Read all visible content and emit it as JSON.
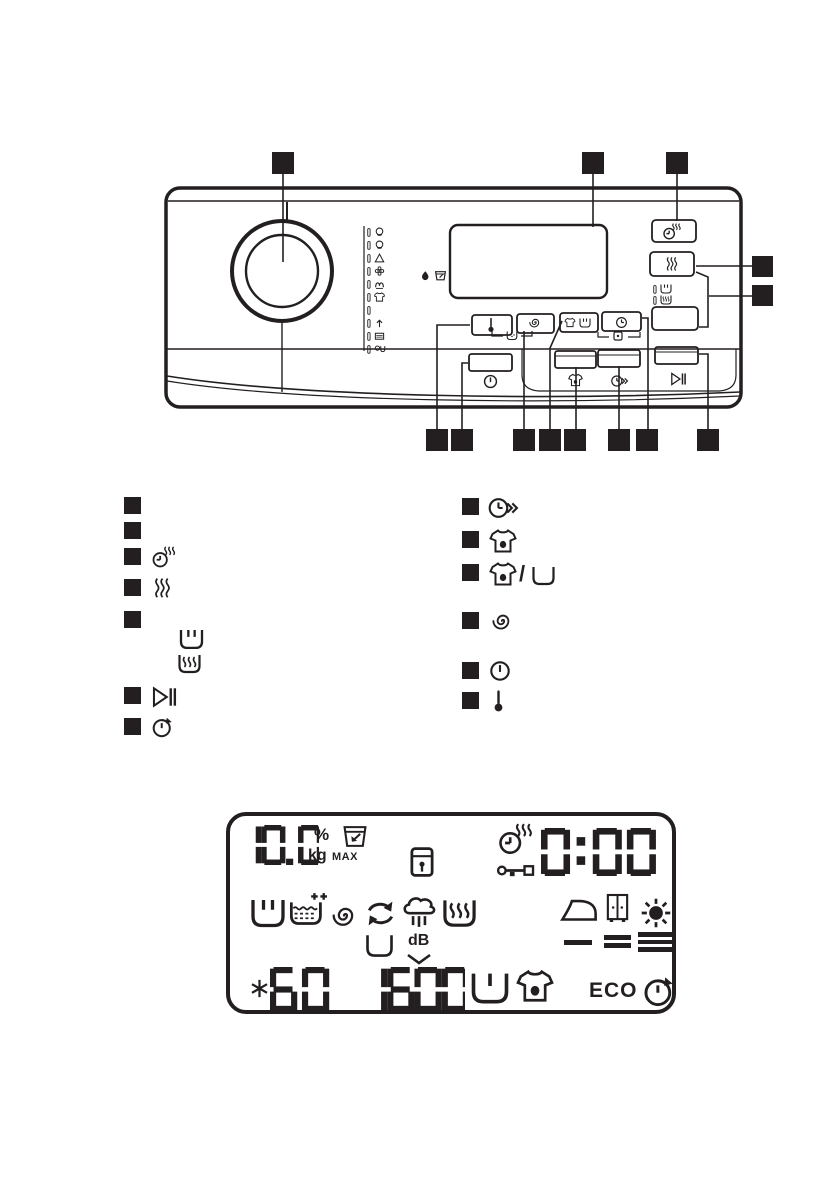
{
  "document": {
    "kind": "appliance user-manual page",
    "subject": "washing machine control panel description with callout markers and display detail"
  },
  "panel": {
    "callout_marker_style": "solid black square (no printed number visible)",
    "marker_color": "#231f20",
    "program_icons": [
      "cotton-icon",
      "cotton-eco-icon",
      "synthetics-triangle-icon",
      "delicates-flower-icon",
      "wool-icon",
      "shirt-icon",
      "blank",
      "outdoor-arrow-icon",
      "bedding-box-icon",
      "drain-spin-icon"
    ],
    "printed_icons": [
      "detergent-drop-icon",
      "basket-icon",
      "soak-tub-icon",
      "child-lock-icon"
    ],
    "buttons": [
      "temperature-button",
      "spin-button",
      "stain-prewash-button",
      "delay-start-button",
      "on-off-button",
      "shirt-refresh-button",
      "time-save-button",
      "start-pause-button",
      "steam-clock-button",
      "steam-button",
      "blank-button"
    ],
    "indicators": [
      "tub-rinse-icon",
      "tub-steam-icon"
    ]
  },
  "legend": {
    "separator": "/",
    "left": [
      {
        "icon": "none"
      },
      {
        "icon": "none"
      },
      {
        "icon": "clock-steam-icon"
      },
      {
        "icon": "steam-icon"
      },
      {
        "icon": "none",
        "sub_icons": [
          "tub-rinse-icon",
          "tub-steam-icon"
        ]
      },
      {
        "icon": "play-pause-icon"
      },
      {
        "icon": "delay-start-clock-icon"
      }
    ],
    "right": [
      {
        "icon": "clock-time-save-icon"
      },
      {
        "icon": "shirt-stain-icon"
      },
      {
        "icon": "shirt-stain-icon / tub-icon"
      },
      {
        "icon": "spin-spiral-icon"
      },
      {
        "icon": "power-on-off-icon"
      },
      {
        "icon": "thermometer-icon"
      }
    ]
  },
  "lcd": {
    "load_value": "10.0",
    "percent_label": "%",
    "kg_label": "kg",
    "max_label": "MAX",
    "time_value": "0:00",
    "temperature_value": "60",
    "spin_value": "1600",
    "db_label": "dB",
    "eco_label": "ECO",
    "icons": [
      "basket-max-icon",
      "child-lock-icon",
      "clock-steam-icon",
      "key-door-lock-icon",
      "tub-rinse-icon",
      "tub-extra-rinse-icon",
      "spin-spiral-icon",
      "refresh-arrows-icon",
      "steam-cloud-icon",
      "tub-steam-icon",
      "iron-dry-icon",
      "cupboard-dry-icon",
      "extra-dry-sun-icon",
      "empty-tub-icon",
      "chevron-down-icon",
      "snowflake-star-icon",
      "rinse-hold-tub-icon",
      "shirt-stain-icon",
      "eco-delay-clock-icon"
    ]
  }
}
